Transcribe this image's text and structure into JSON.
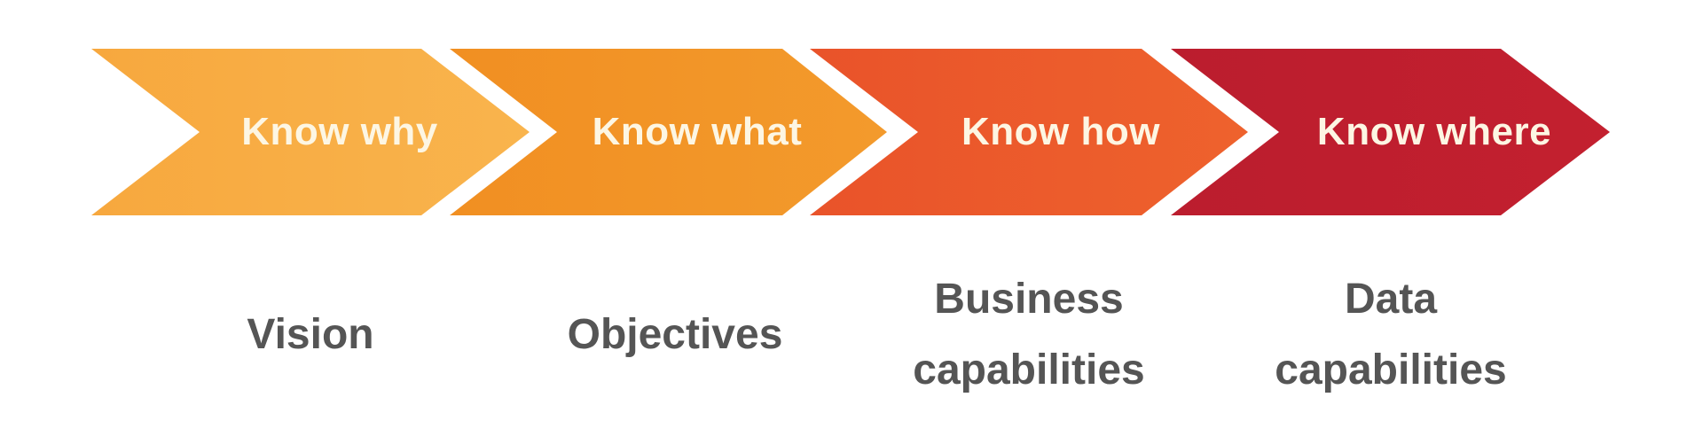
{
  "diagram": {
    "steps": [
      {
        "label": "Know why",
        "caption_lines": [
          "Vision"
        ],
        "color_start": "#f7a83e",
        "color_end": "#f9b44d"
      },
      {
        "label": "Know what",
        "caption_lines": [
          "Objectives"
        ],
        "color_start": "#f18f22",
        "color_end": "#f39a2c"
      },
      {
        "label": "Know how",
        "caption_lines": [
          "Business",
          "capabilities"
        ],
        "color_start": "#e9532a",
        "color_end": "#ee622d"
      },
      {
        "label": "Know where",
        "caption_lines": [
          "Data",
          "capabilities"
        ],
        "color_start": "#bb1d2e",
        "color_end": "#c3202f"
      }
    ],
    "text_color_on_chevron": "#fdf6e3",
    "caption_color": "#555555"
  }
}
